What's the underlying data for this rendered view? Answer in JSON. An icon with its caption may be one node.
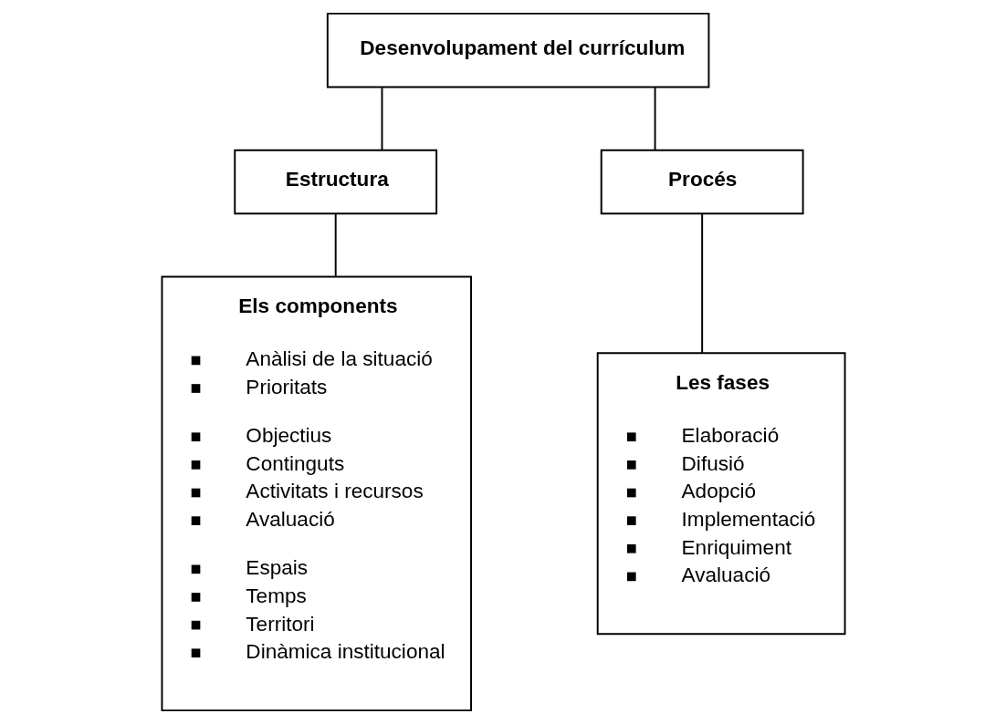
{
  "diagram": {
    "nodes": [
      {
        "text": [
          "Desenvolupament del currículum"
        ]
      },
      {
        "text": [
          "Estructura"
        ]
      },
      {
        "text": [
          "Procés"
        ]
      },
      {
        "text": [
          "Els components",
          "Anàlisi de la situació",
          "Prioritats",
          "Objectius",
          "Continguts",
          "Activitats i recursos",
          "Avaluació",
          "Espais",
          "Temps",
          "Territori",
          "Dinàmica institucional"
        ]
      },
      {
        "text": [
          "Les fases",
          "Elaboració",
          "Difusió",
          "Adopció",
          "Implementació",
          "Enriquiment",
          "Avaluació"
        ]
      }
    ],
    "edges": [
      {
        "from": 0,
        "to": 1,
        "arrow": "none"
      },
      {
        "from": 0,
        "to": 2,
        "arrow": "none"
      },
      {
        "from": 1,
        "to": 3,
        "arrow": "none"
      },
      {
        "from": 2,
        "to": 4,
        "arrow": "none"
      }
    ]
  }
}
